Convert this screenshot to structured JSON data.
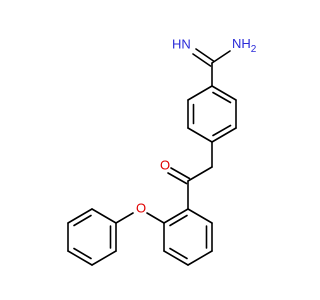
{
  "structure": {
    "colors": {
      "bond": "#000000",
      "nitrogen": "#2a2ad8",
      "oxygen": "#e00000",
      "background": "#ffffff"
    },
    "atoms": {
      "imine_nitrogen": "HN",
      "amine_nitrogen": "NH",
      "amine_subscript": "2",
      "ketone_oxygen": "O",
      "ether_oxygen": "O"
    }
  }
}
